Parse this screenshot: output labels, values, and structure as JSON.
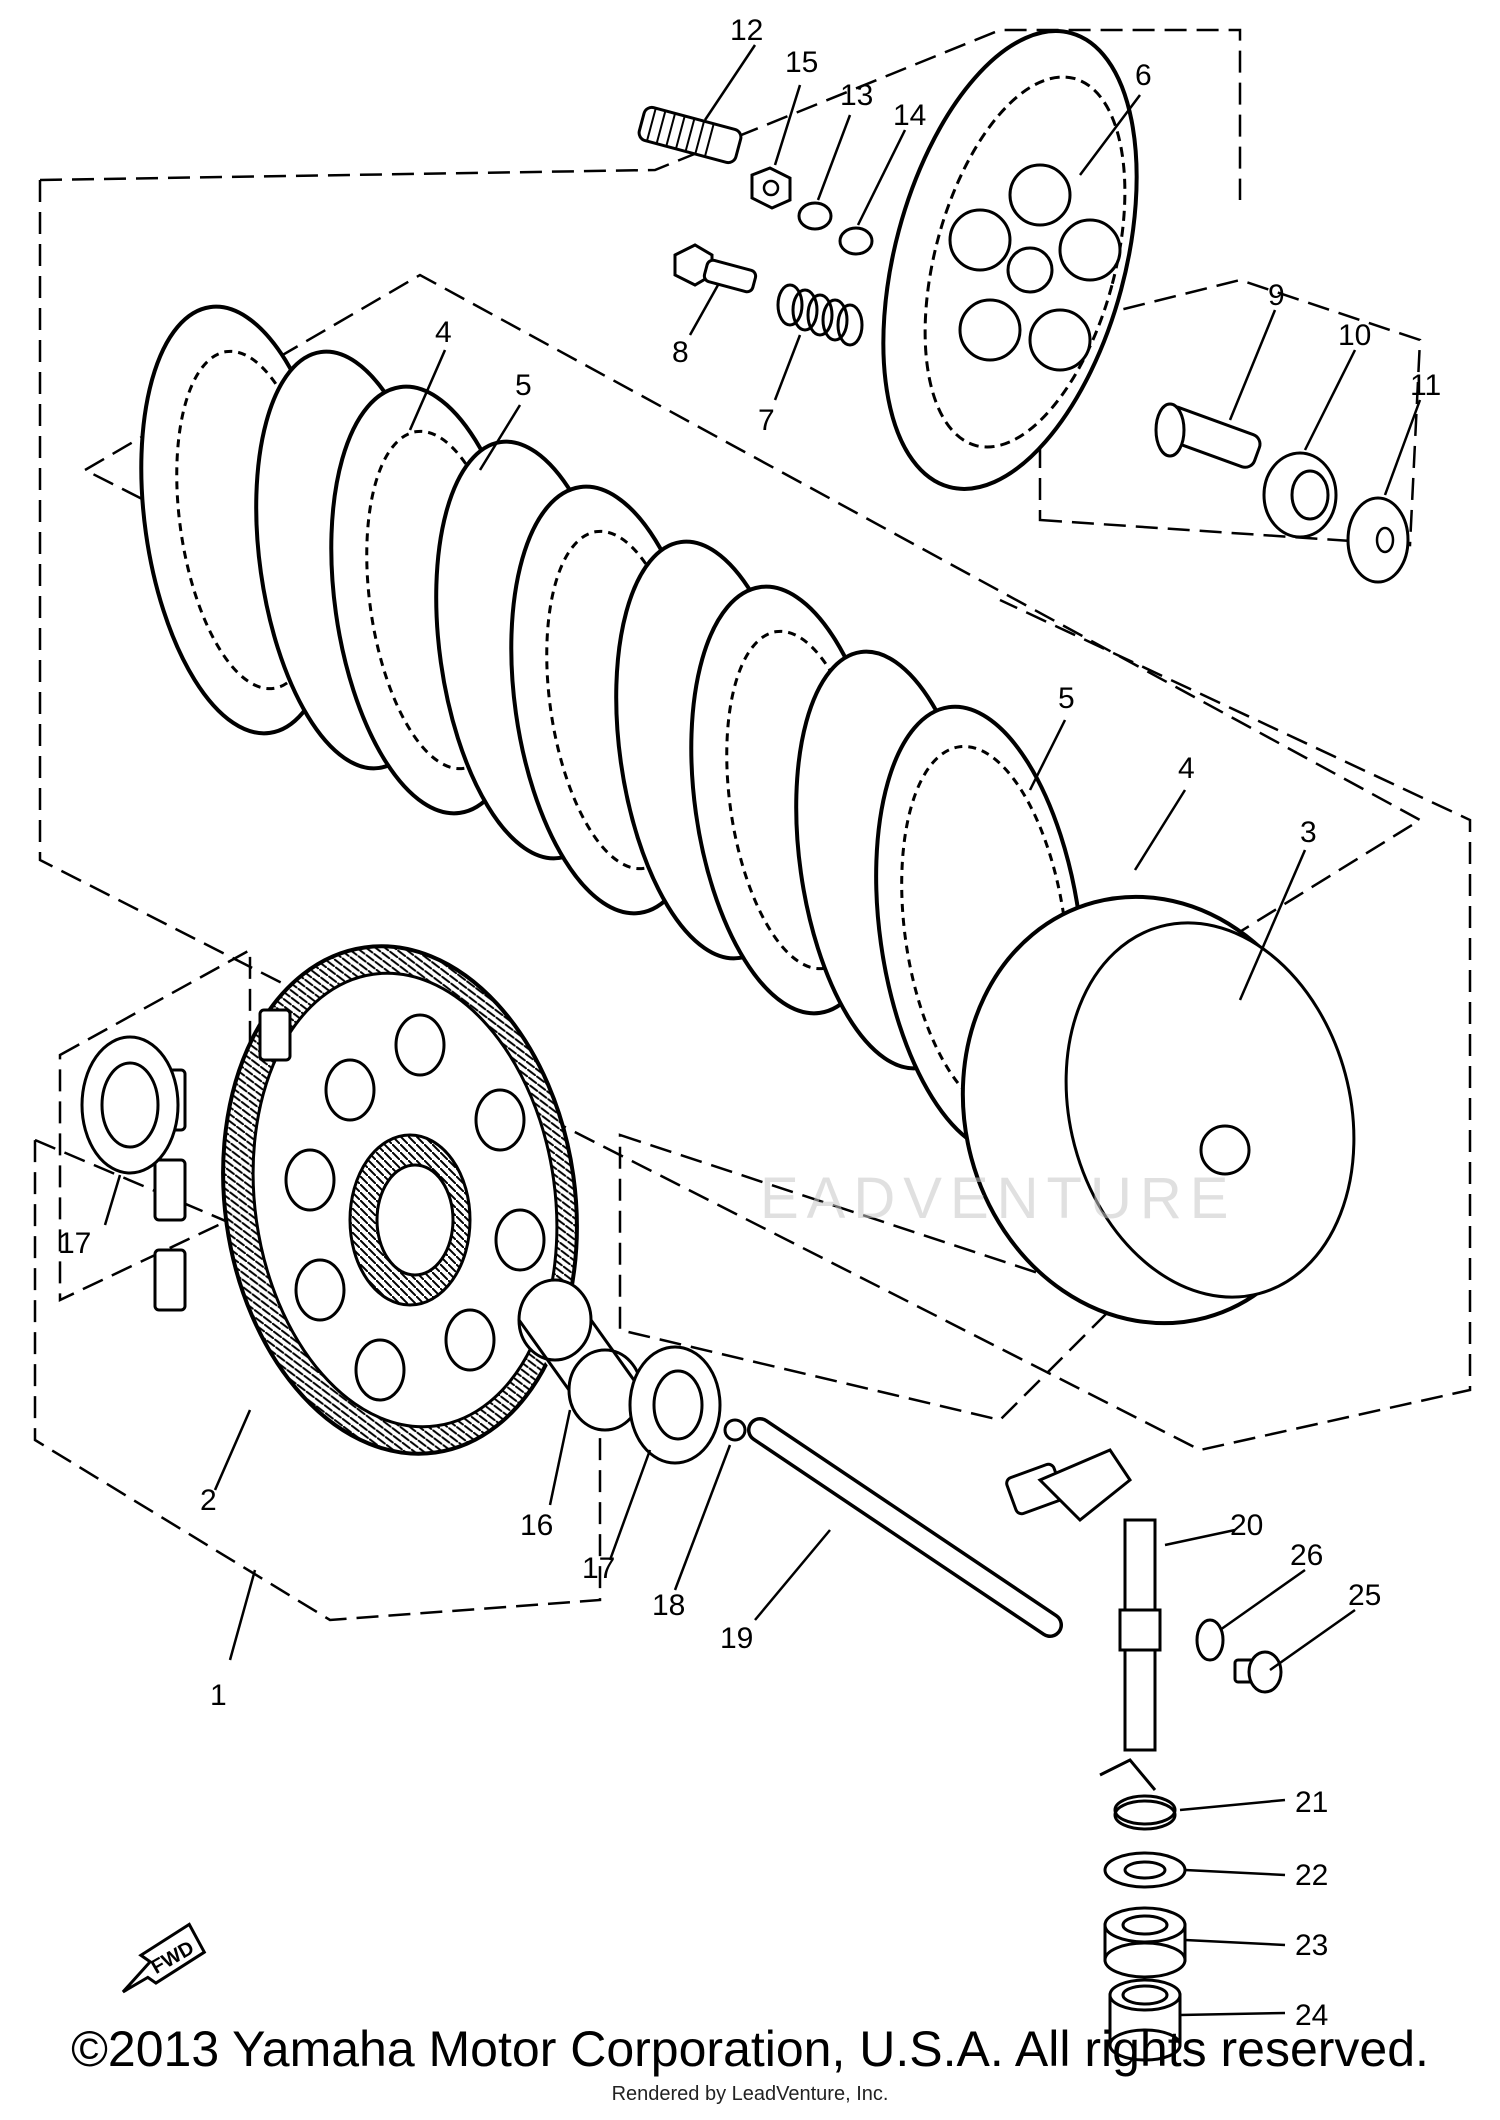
{
  "callouts": [
    "1",
    "2",
    "3",
    "4",
    "5",
    "6",
    "7",
    "8",
    "9",
    "10",
    "11",
    "12",
    "13",
    "14",
    "15",
    "16",
    "17",
    "18",
    "19",
    "20",
    "21",
    "22",
    "23",
    "24",
    "25",
    "26"
  ],
  "fwd_label": "FWD",
  "watermark": "EADVENTURE",
  "copyright": "©2013 Yamaha Motor Corporation, U.S.A. All rights reserved.",
  "rendered_by": "Rendered by LeadVenture, Inc."
}
